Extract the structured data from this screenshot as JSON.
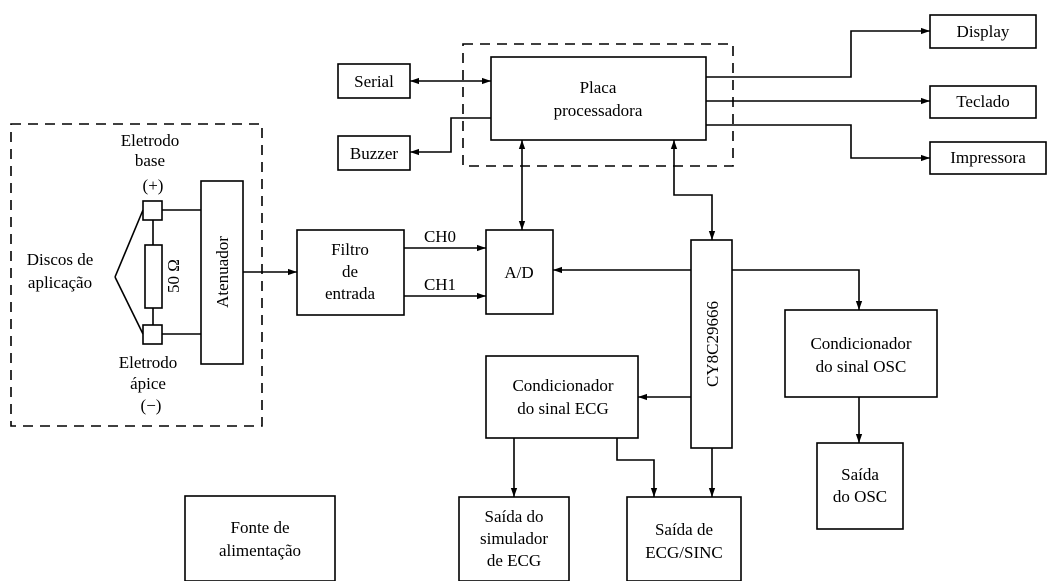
{
  "blocks": {
    "display": "Display",
    "teclado": "Teclado",
    "impressora": "Impressora",
    "serial": "Serial",
    "buzzer": "Buzzer",
    "placa_line1": "Placa",
    "placa_line2": "processadora",
    "eletrodo_base_line1": "Eletrodo",
    "eletrodo_base_line2": "base",
    "eletrodo_base_sign": "(+)",
    "discos_line1": "Discos de",
    "discos_line2": "aplicação",
    "resistor": "50 Ω",
    "atenuador": "Atenuador",
    "eletrodo_apice_line1": "Eletrodo",
    "eletrodo_apice_line2": "ápice",
    "eletrodo_apice_sign": "(−)",
    "filtro_line1": "Filtro",
    "filtro_line2": "de",
    "filtro_line3": "entrada",
    "ch0": "CH0",
    "ch1": "CH1",
    "ad": "A/D",
    "cy": "CY8C29666",
    "cond_osc_line1": "Condicionador",
    "cond_osc_line2": "do sinal OSC",
    "saida_osc_line1": "Saída",
    "saida_osc_line2": "do OSC",
    "cond_ecg_line1": "Condicionador",
    "cond_ecg_line2": "do sinal ECG",
    "saida_sim_line1": "Saída do",
    "saida_sim_line2": "simulador",
    "saida_sim_line3": "de ECG",
    "saida_ecg_line1": "Saída de",
    "saida_ecg_line2": "ECG/SINC",
    "fonte_line1": "Fonte de",
    "fonte_line2": "alimentação"
  }
}
